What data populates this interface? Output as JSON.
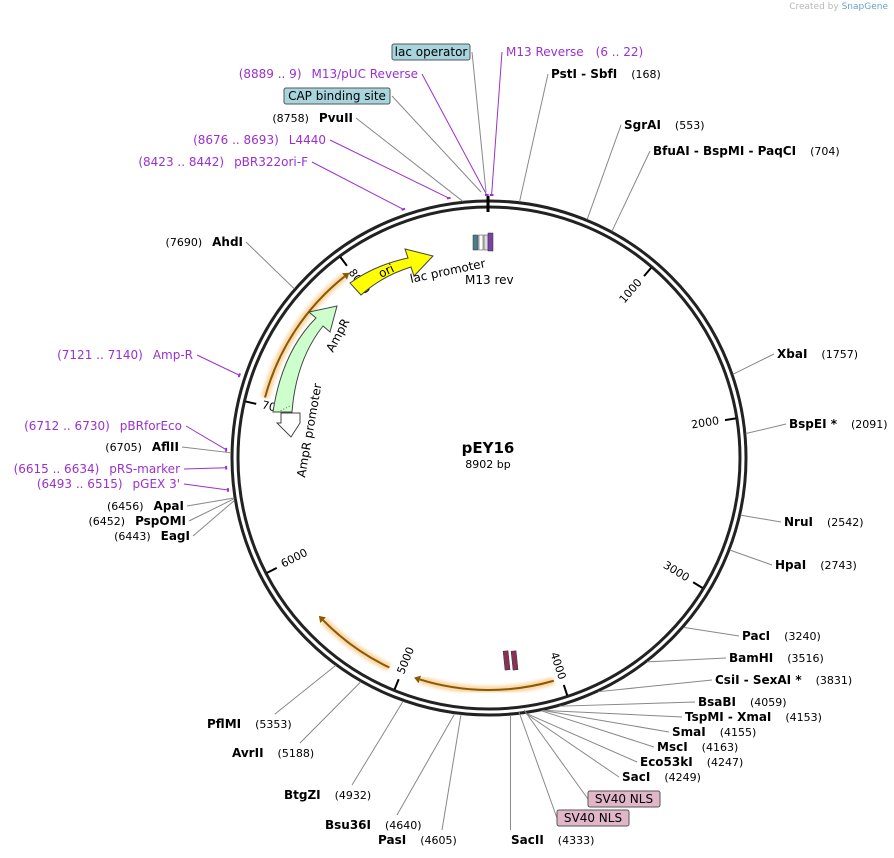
{
  "credit": {
    "created_by": "Created by",
    "brand": "SnapGene"
  },
  "plasmid": {
    "name": "pEY16",
    "length_label": "8902 bp",
    "length": 8902
  },
  "ticks": [
    {
      "pos": 1000,
      "label": "1000"
    },
    {
      "pos": 2000,
      "label": "2000"
    },
    {
      "pos": 3000,
      "label": "3000"
    },
    {
      "pos": 4000,
      "label": "4000"
    },
    {
      "pos": 5000,
      "label": "5000"
    },
    {
      "pos": 6000,
      "label": "6000"
    },
    {
      "pos": 7000,
      "label": "7000"
    },
    {
      "pos": 8000,
      "label": "8000"
    }
  ],
  "enzymes": [
    {
      "pos": 168,
      "name": "PstI - SbfI",
      "pos_label": "(168)"
    },
    {
      "pos": 553,
      "name": "SgrAI",
      "pos_label": "(553)"
    },
    {
      "pos": 704,
      "name": "BfuAI - BspMI - PaqCI",
      "pos_label": "(704)"
    },
    {
      "pos": 1757,
      "name": "XbaI",
      "pos_label": "(1757)"
    },
    {
      "pos": 2091,
      "name": "BspEI *",
      "pos_label": "(2091)"
    },
    {
      "pos": 2542,
      "name": "NruI",
      "pos_label": "(2542)"
    },
    {
      "pos": 2743,
      "name": "HpaI",
      "pos_label": "(2743)"
    },
    {
      "pos": 3240,
      "name": "PacI",
      "pos_label": "(3240)"
    },
    {
      "pos": 3516,
      "name": "BamHI",
      "pos_label": "(3516)"
    },
    {
      "pos": 3831,
      "name": "CsiI - SexAI *",
      "pos_label": "(3831)"
    },
    {
      "pos": 4059,
      "name": "BsaBI",
      "pos_label": "(4059)"
    },
    {
      "pos": 4153,
      "name": "TspMI - XmaI",
      "pos_label": "(4153)"
    },
    {
      "pos": 4155,
      "name": "SmaI",
      "pos_label": "(4155)"
    },
    {
      "pos": 4163,
      "name": "MscI",
      "pos_label": "(4163)"
    },
    {
      "pos": 4247,
      "name": "Eco53kI",
      "pos_label": "(4247)"
    },
    {
      "pos": 4249,
      "name": "SacI",
      "pos_label": "(4249)"
    },
    {
      "pos": 4333,
      "name": "SacII",
      "pos_label": "(4333)"
    },
    {
      "pos": 4605,
      "name": "PasI",
      "pos_label": "(4605)"
    },
    {
      "pos": 4640,
      "name": "Bsu36I",
      "pos_label": "(4640)"
    },
    {
      "pos": 4932,
      "name": "BtgZI",
      "pos_label": "(4932)"
    },
    {
      "pos": 5188,
      "name": "AvrII",
      "pos_label": "(5188)"
    },
    {
      "pos": 5353,
      "name": "PflMI",
      "pos_label": "(5353)"
    },
    {
      "pos": 6443,
      "name": "EagI",
      "pos_label": "(6443)"
    },
    {
      "pos": 6452,
      "name": "PspOMI",
      "pos_label": "(6452)"
    },
    {
      "pos": 6456,
      "name": "ApaI",
      "pos_label": "(6456)"
    },
    {
      "pos": 6705,
      "name": "AflII",
      "pos_label": "(6705)"
    },
    {
      "pos": 7690,
      "name": "AhdI",
      "pos_label": "(7690)"
    },
    {
      "pos": 8758,
      "name": "PvuII",
      "pos_label": "(8758)"
    }
  ],
  "primers": [
    {
      "pos": 14,
      "name": "M13 Reverse",
      "range": "(6 .. 22)"
    },
    {
      "pos": 8890,
      "name": "M13/pUC Reverse",
      "range": "(8889 .. 9)"
    },
    {
      "pos": 8684,
      "name": "L4440",
      "range": "(8676 .. 8693)"
    },
    {
      "pos": 8432,
      "name": "pBR322ori-F",
      "range": "(8423 .. 8442)"
    },
    {
      "pos": 7130,
      "name": "Amp-R",
      "range": "(7121 .. 7140)"
    },
    {
      "pos": 6721,
      "name": "pBRforEco",
      "range": "(6712 .. 6730)"
    },
    {
      "pos": 6624,
      "name": "pRS-marker",
      "range": "(6615 .. 6634)"
    },
    {
      "pos": 6504,
      "name": "pGEX 3'",
      "range": "(6493 .. 6515)"
    }
  ],
  "boxed_features": [
    {
      "pos": 8850,
      "label": "lac operator",
      "kind": "operator"
    },
    {
      "pos": 8800,
      "label": "CAP binding site",
      "kind": "operator"
    },
    {
      "pos": 4300,
      "label": "SV40 NLS",
      "kind": "nls"
    },
    {
      "pos": 4290,
      "label": "SV40 NLS",
      "kind": "nls"
    }
  ],
  "features": {
    "ori_label": "ori",
    "ampr_label": "AmpR",
    "ampr_promoter_label": "AmpR promoter",
    "lac_promoter_label": "lac promoter",
    "m13rev_label": "M13 rev"
  },
  "colors": {
    "ori": "#ffff00",
    "ampr": "#ccffcc",
    "primer": "#9b30d0",
    "operator_box": "#a6d5de",
    "nls_box": "#e2b6c9",
    "orange_arc": "#f5b55c",
    "arc_core": "#8a5a00"
  }
}
